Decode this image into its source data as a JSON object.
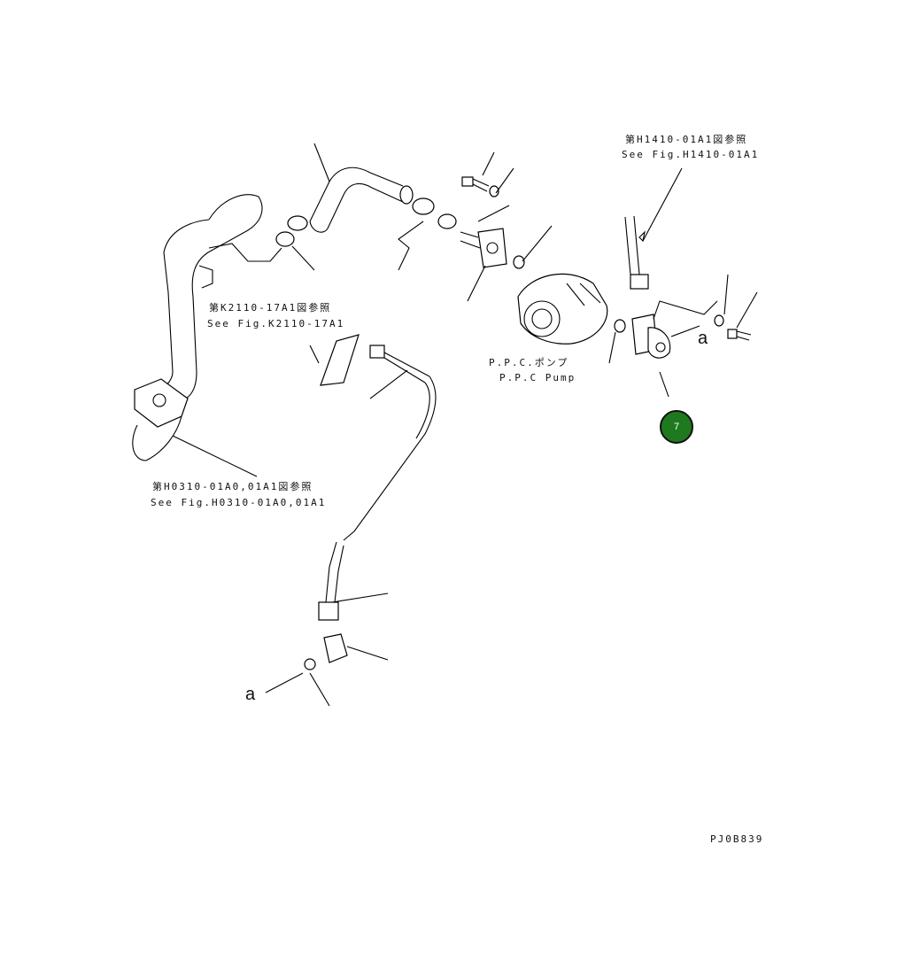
{
  "refs": {
    "h1410": {
      "jp": "第H1410-01A1図参照",
      "en": "See Fig.H1410-01A1"
    },
    "k2110": {
      "jp": "第K2110-17A1図参照",
      "en": "See Fig.K2110-17A1"
    },
    "h0310": {
      "jp": "第H0310-01A0,01A1図参照",
      "en": "See Fig.H0310-01A0,01A1"
    }
  },
  "ppc_pump": {
    "jp": "P.P.C.ポンプ",
    "en": "P.P.C Pump"
  },
  "marker_a": "a",
  "callout_7": "7",
  "drawing_number": "PJ0B839",
  "colors": {
    "callout_fill": "#1f7a1f",
    "line": "#000000"
  }
}
